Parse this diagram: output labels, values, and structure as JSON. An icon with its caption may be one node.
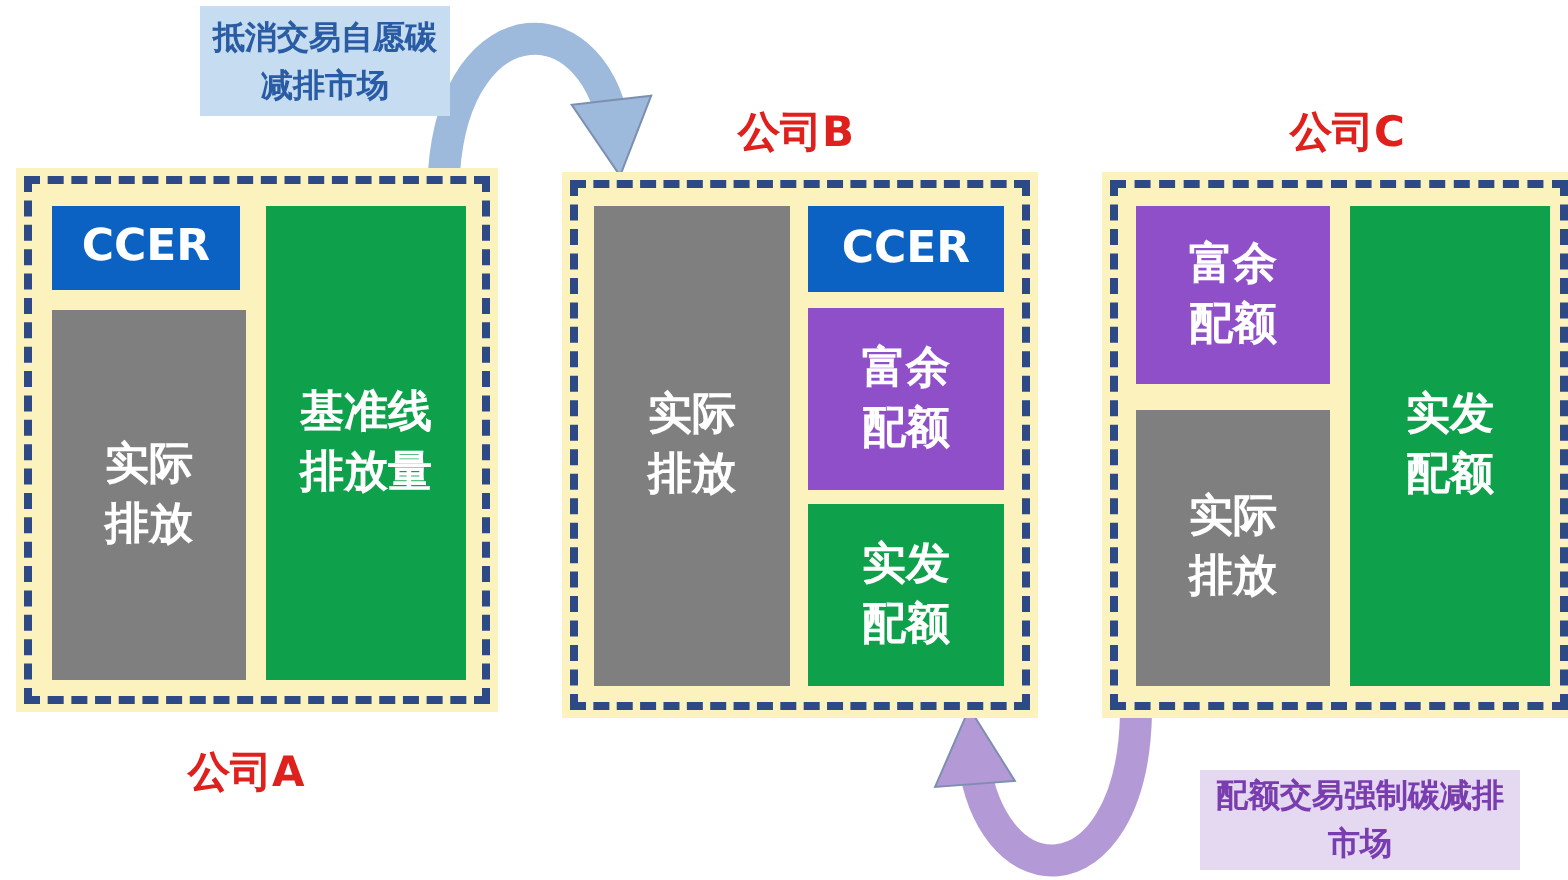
{
  "diagram": {
    "nodes": [
      {
        "text": [
          "公司A"
        ]
      },
      {
        "text": [
          "CCER"
        ],
        "in": 0
      },
      {
        "text": [
          "实际排放"
        ],
        "in": 0
      },
      {
        "text": [
          "基准线排放量"
        ],
        "in": 0
      },
      {
        "text": [
          "公司B"
        ]
      },
      {
        "text": [
          "实际排放"
        ],
        "in": 4
      },
      {
        "text": [
          "CCER"
        ],
        "in": 4
      },
      {
        "text": [
          "富余配额"
        ],
        "in": 4
      },
      {
        "text": [
          "实发配额"
        ],
        "in": 4
      },
      {
        "text": [
          "公司C"
        ]
      },
      {
        "text": [
          "富余配额"
        ],
        "in": 9
      },
      {
        "text": [
          "实际排放"
        ],
        "in": 9
      },
      {
        "text": [
          "实发配额"
        ],
        "in": 9
      },
      {
        "text": [
          "抵消交易自愿碳减排市场"
        ]
      },
      {
        "text": [
          "配额交易强制碳减排市场"
        ]
      }
    ],
    "edges": [
      {
        "from": 0,
        "to": 4,
        "arrow": "to",
        "color": "#9db9dc"
      },
      {
        "from": 9,
        "to": 4,
        "arrow": "to",
        "color": "#b39ad6"
      }
    ]
  }
}
